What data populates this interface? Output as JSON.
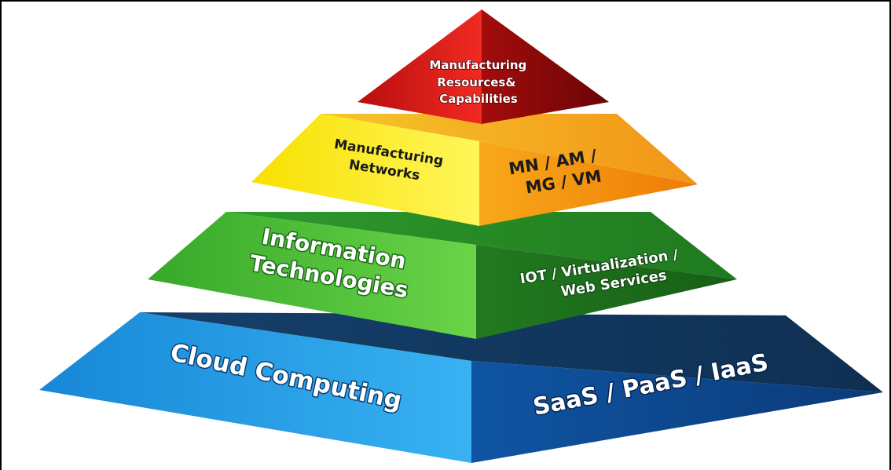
{
  "tiers": [
    {
      "left_lines": [
        "Manufacturing",
        "Resources&",
        "Capabilities"
      ],
      "right_lines": [],
      "colors": {
        "light": "#e81b1b",
        "dark": "#8a0a0a",
        "top": "#f14a2a"
      }
    },
    {
      "left_lines": [
        "Manufacturing",
        "Networks"
      ],
      "right_lines": [
        "MN / AM /",
        "MG / VM"
      ],
      "colors": {
        "light": "#fff23a",
        "dark": "#f28a0c",
        "top": "#f7b021"
      }
    },
    {
      "left_lines": [
        "Information",
        "Technologies"
      ],
      "right_lines": [
        "IOT / Virtualization /",
        "Web Services"
      ],
      "colors": {
        "light": "#52c236",
        "dark": "#1f7a1f",
        "top": "#2a8b2a"
      }
    },
    {
      "left_lines": [
        "Cloud Computing"
      ],
      "right_lines": [
        "SaaS / PaaS / IaaS"
      ],
      "colors": {
        "light": "#1e9be8",
        "dark": "#0c4a93",
        "top": "#0f3f6f"
      }
    }
  ]
}
